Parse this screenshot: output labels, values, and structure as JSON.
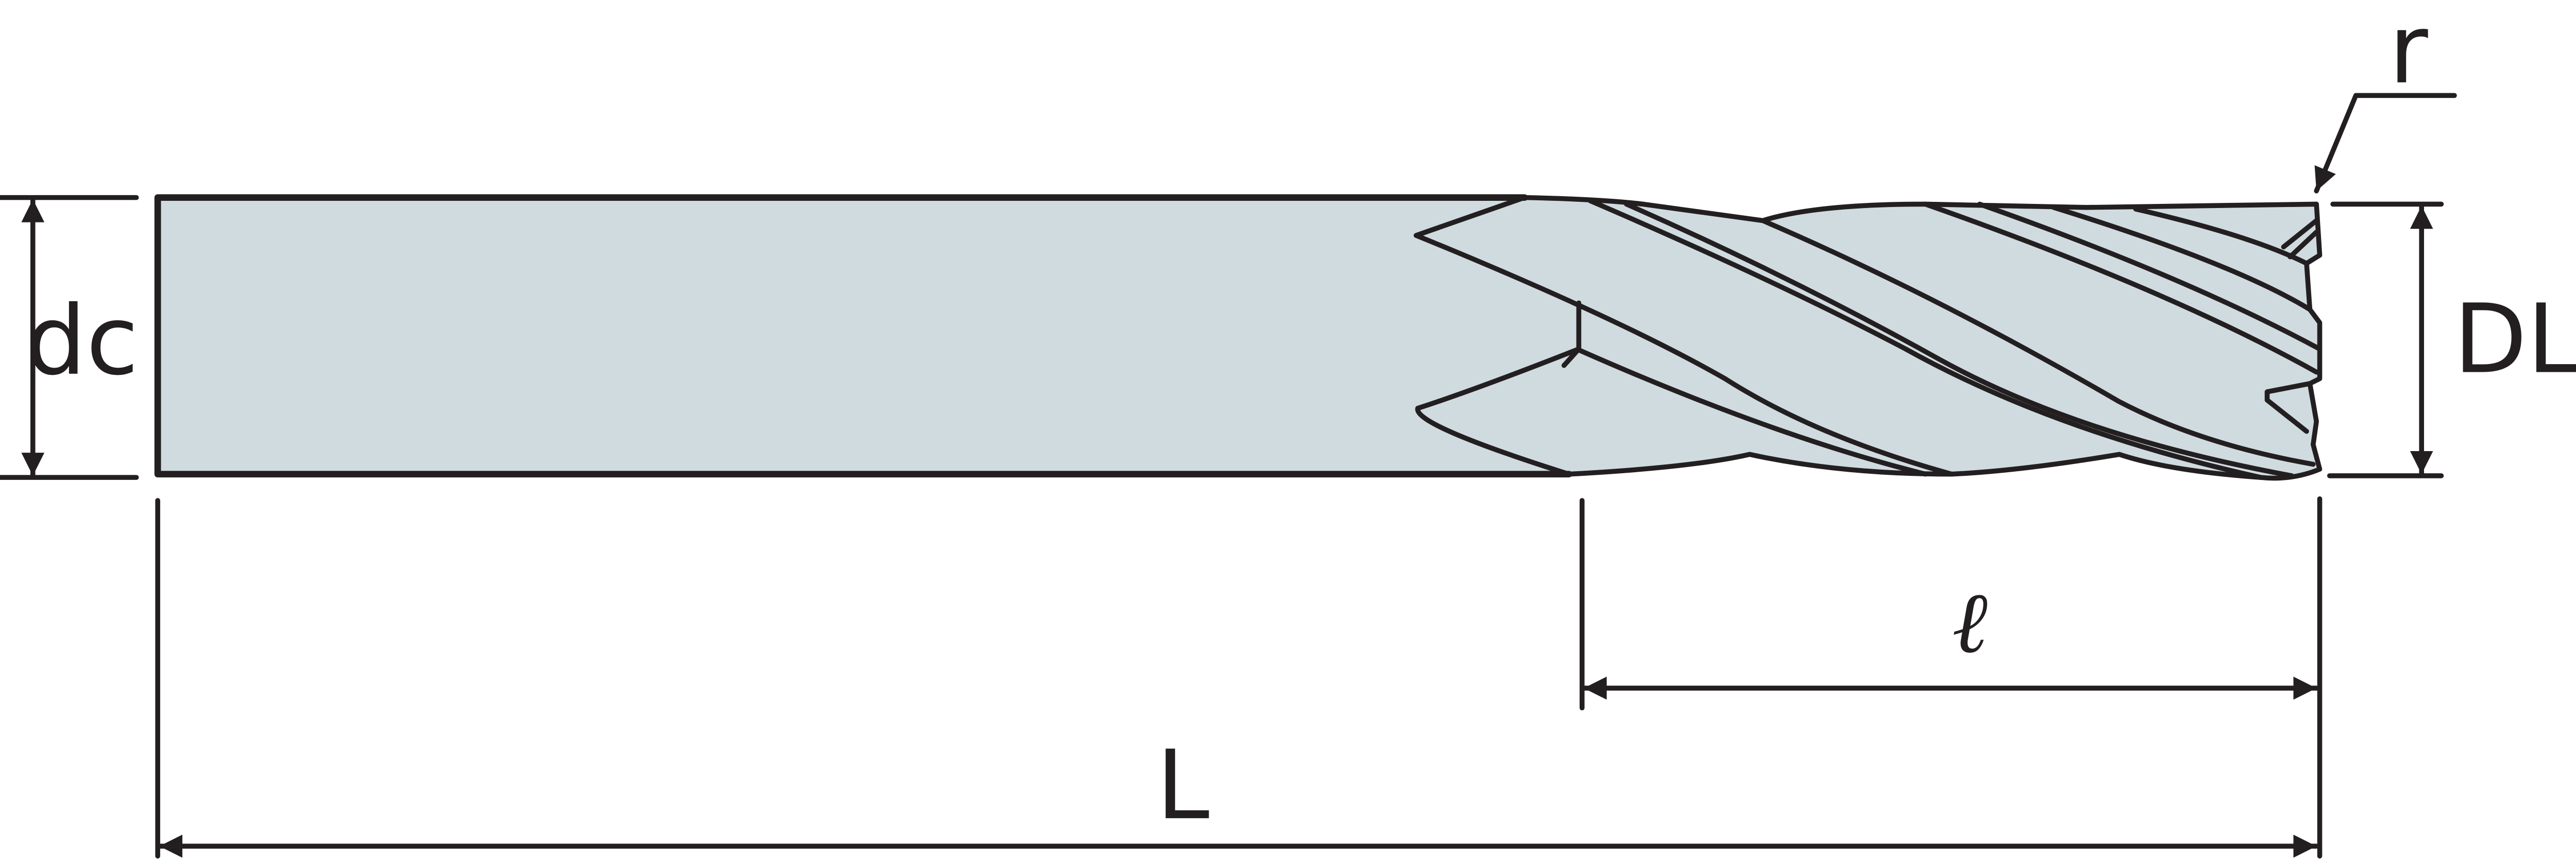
{
  "labels": {
    "dc": "dc",
    "DL": "DL",
    "r": "r",
    "l": "ℓ",
    "L": "L"
  },
  "colors": {
    "line": "#231f20",
    "tool_fill": "#d0dbe0",
    "background": "#ffffff"
  }
}
